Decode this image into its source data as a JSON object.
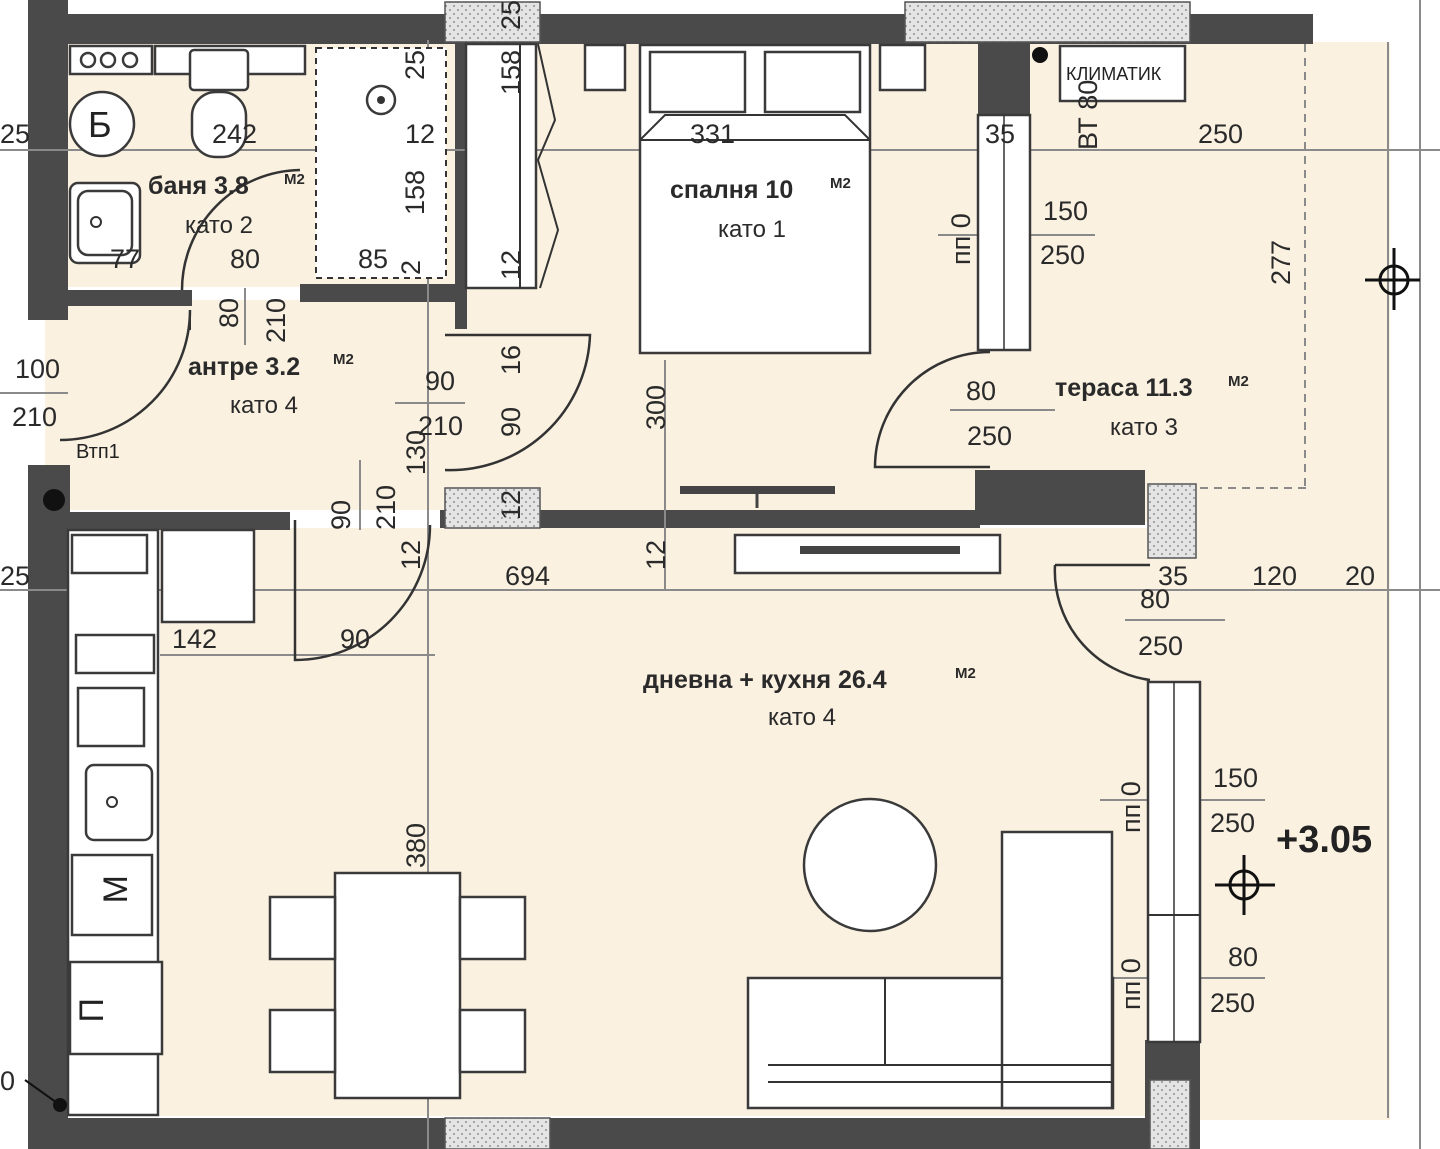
{
  "rooms": {
    "bathroom": {
      "name": "баня 3.8",
      "unit": "М2",
      "tag": "като 2"
    },
    "bedroom": {
      "name": "спалня 10",
      "unit": "М2",
      "tag": "като 1"
    },
    "hall": {
      "name": "антре 3.2",
      "unit": "М2",
      "tag": "като 4"
    },
    "terrace": {
      "name": "тераса 11.3",
      "unit": "М2",
      "tag": "като 3"
    },
    "living": {
      "name": "дневна + кухня 26.4",
      "unit": "М2",
      "tag": "като 4"
    }
  },
  "elevation": "+3.05",
  "dims": {
    "d25_top": "25",
    "d158_top": "158",
    "d25_left": "25",
    "d242": "242",
    "d12_bath": "12",
    "d331": "331",
    "d35_top": "35",
    "vt80": "ВТ 80",
    "d250_top": "250",
    "kimatik": "КЛИМАТИК",
    "d158_shower": "158",
    "pp0_bed": "пп 0",
    "d150_bed": "150",
    "d250_bed": "250",
    "d277": "277",
    "d77": "77",
    "d80_bath": "80",
    "d85": "85",
    "d2": "2",
    "d12_closet": "12",
    "d80_hall": "80",
    "d210_hall": "210",
    "d100": "100",
    "d210_entry": "210",
    "vtp1": "Втп1",
    "d16": "16",
    "d90_a": "90",
    "d210_a": "210",
    "d90_b": "90",
    "d130": "130",
    "d300": "300",
    "d80_terr": "80",
    "d250_terr": "250",
    "d90_c": "90",
    "d210_c": "210",
    "d12_c": "12",
    "d12_d": "12",
    "d25_mid": "25",
    "d694": "694",
    "d12_e": "12",
    "d35_mid": "35",
    "d120": "120",
    "d20": "20",
    "d80_liv": "80",
    "d250_liv": "250",
    "d142": "142",
    "d90_d": "90",
    "d380": "380",
    "pp0_liv1": "пп 0",
    "d150_liv": "150",
    "d250_liv2": "250",
    "pp0_liv2": "пп 0",
    "d80_liv2": "80",
    "d250_liv3": "250",
    "d0_left": "0",
    "fridge_label": "Б",
    "stove_label": "М",
    "dishwasher_label": "П"
  }
}
